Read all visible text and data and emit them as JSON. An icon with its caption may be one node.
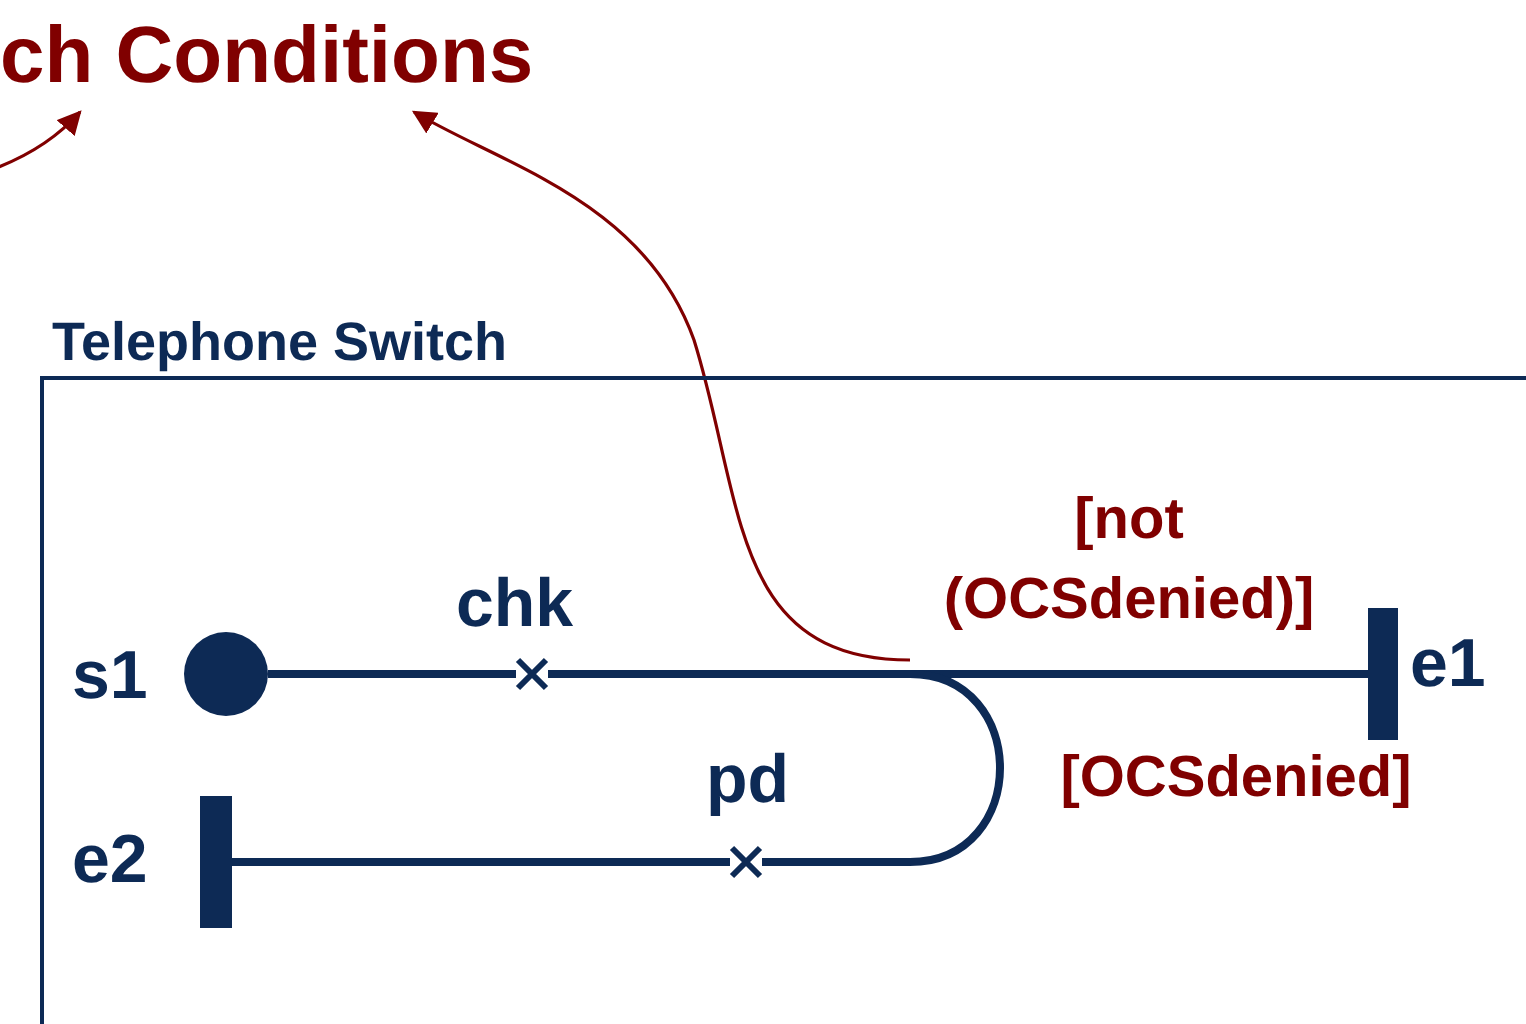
{
  "diagram": {
    "nodes": [
      {
        "text": [
          "ch Conditions"
        ]
      },
      {
        "text": [
          "Telephone Switch"
        ]
      },
      {
        "text": [],
        "shape": "circle",
        "beside": [
          "s1"
        ],
        "in": 1
      },
      {
        "text": [],
        "shape": "cross",
        "beside": [
          "chk"
        ],
        "in": 1
      },
      {
        "text": [],
        "shape": "bar",
        "beside": [
          "e1"
        ],
        "in": 1
      },
      {
        "text": [],
        "shape": "cross",
        "beside": [
          "pd"
        ],
        "in": 1
      },
      {
        "text": [],
        "shape": "bar",
        "beside": [
          "e2"
        ],
        "in": 1
      }
    ],
    "edges": [
      {
        "from": 2,
        "to": 3,
        "arrow": "none"
      },
      {
        "from": 3,
        "to": 4,
        "arrow": "none",
        "label": "[not (OCSdenied)]"
      },
      {
        "from": 3,
        "to": 5,
        "arrow": "none",
        "label": "[OCSdenied]"
      },
      {
        "from": 5,
        "to": 6,
        "arrow": "none"
      },
      {
        "from": null,
        "to": 0,
        "arrow": "to",
        "color": "#800000"
      },
      {
        "from": null,
        "to": 0,
        "arrow": "to",
        "color": "#800000"
      }
    ]
  }
}
